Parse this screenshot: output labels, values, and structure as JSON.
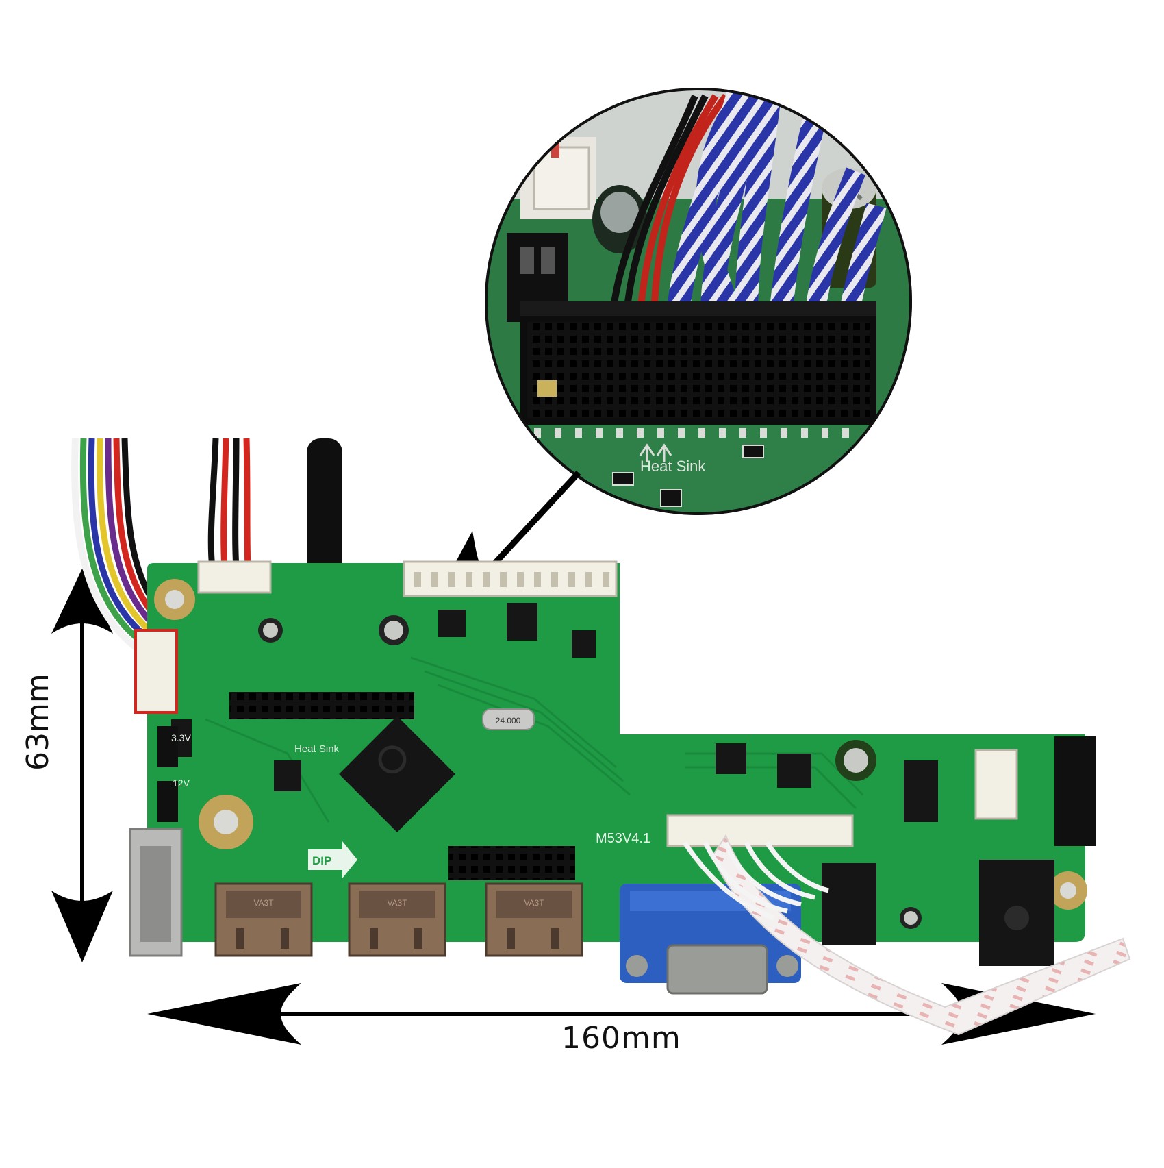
{
  "dimensions": {
    "width_label": "160mm",
    "height_label": "63mm"
  },
  "board": {
    "model": "M53V4.1",
    "crystal": "24.000",
    "dip_label": "DIP",
    "heat_sink_label": "Heat Sink",
    "v12_label": "12V",
    "v33_label": "3.3V",
    "hdmi_port_label": "VA3T"
  },
  "zoom": {
    "heat_sink_label": "Heat Sink"
  },
  "colors": {
    "pcb": "#1f9a45",
    "pcb_dark": "#167a36",
    "connector": "#0e0e0e",
    "vga_blue": "#2d5fc0",
    "wire_blue": "#2a36a8",
    "arrow": "#000000"
  }
}
